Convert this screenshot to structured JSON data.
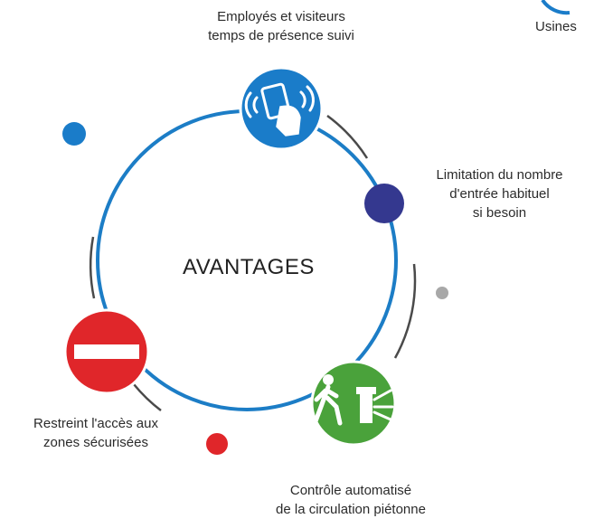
{
  "center": {
    "title": "AVANTAGES"
  },
  "top_right_label": "Usines",
  "nodes": [
    {
      "id": "tracking",
      "lines": [
        "Employés et visiteurs",
        "temps de présence suivi"
      ],
      "color": "#1a7cc9",
      "icon": "contactless-card-icon"
    },
    {
      "id": "limitation",
      "lines": [
        "Limitation du nombre",
        "d'entrée habituel",
        "si besoin"
      ],
      "color": "#34388f",
      "icon": "dot"
    },
    {
      "id": "control",
      "lines": [
        "Contrôle automatisé",
        "de la circulation piétonne"
      ],
      "color": "#4aa23b",
      "icon": "pedestrian-turnstile-icon"
    },
    {
      "id": "restrict",
      "lines": [
        "Restreint l'accès aux",
        "zones sécurisées"
      ],
      "color": "#e0262a",
      "icon": "no-entry-icon"
    }
  ],
  "colors": {
    "ring": "#1c7dc6",
    "arc": "#4a4a4a",
    "blue_dot": "#1a7cc9",
    "grey_dot": "#a8a8a8",
    "red_dot": "#e0262a"
  }
}
